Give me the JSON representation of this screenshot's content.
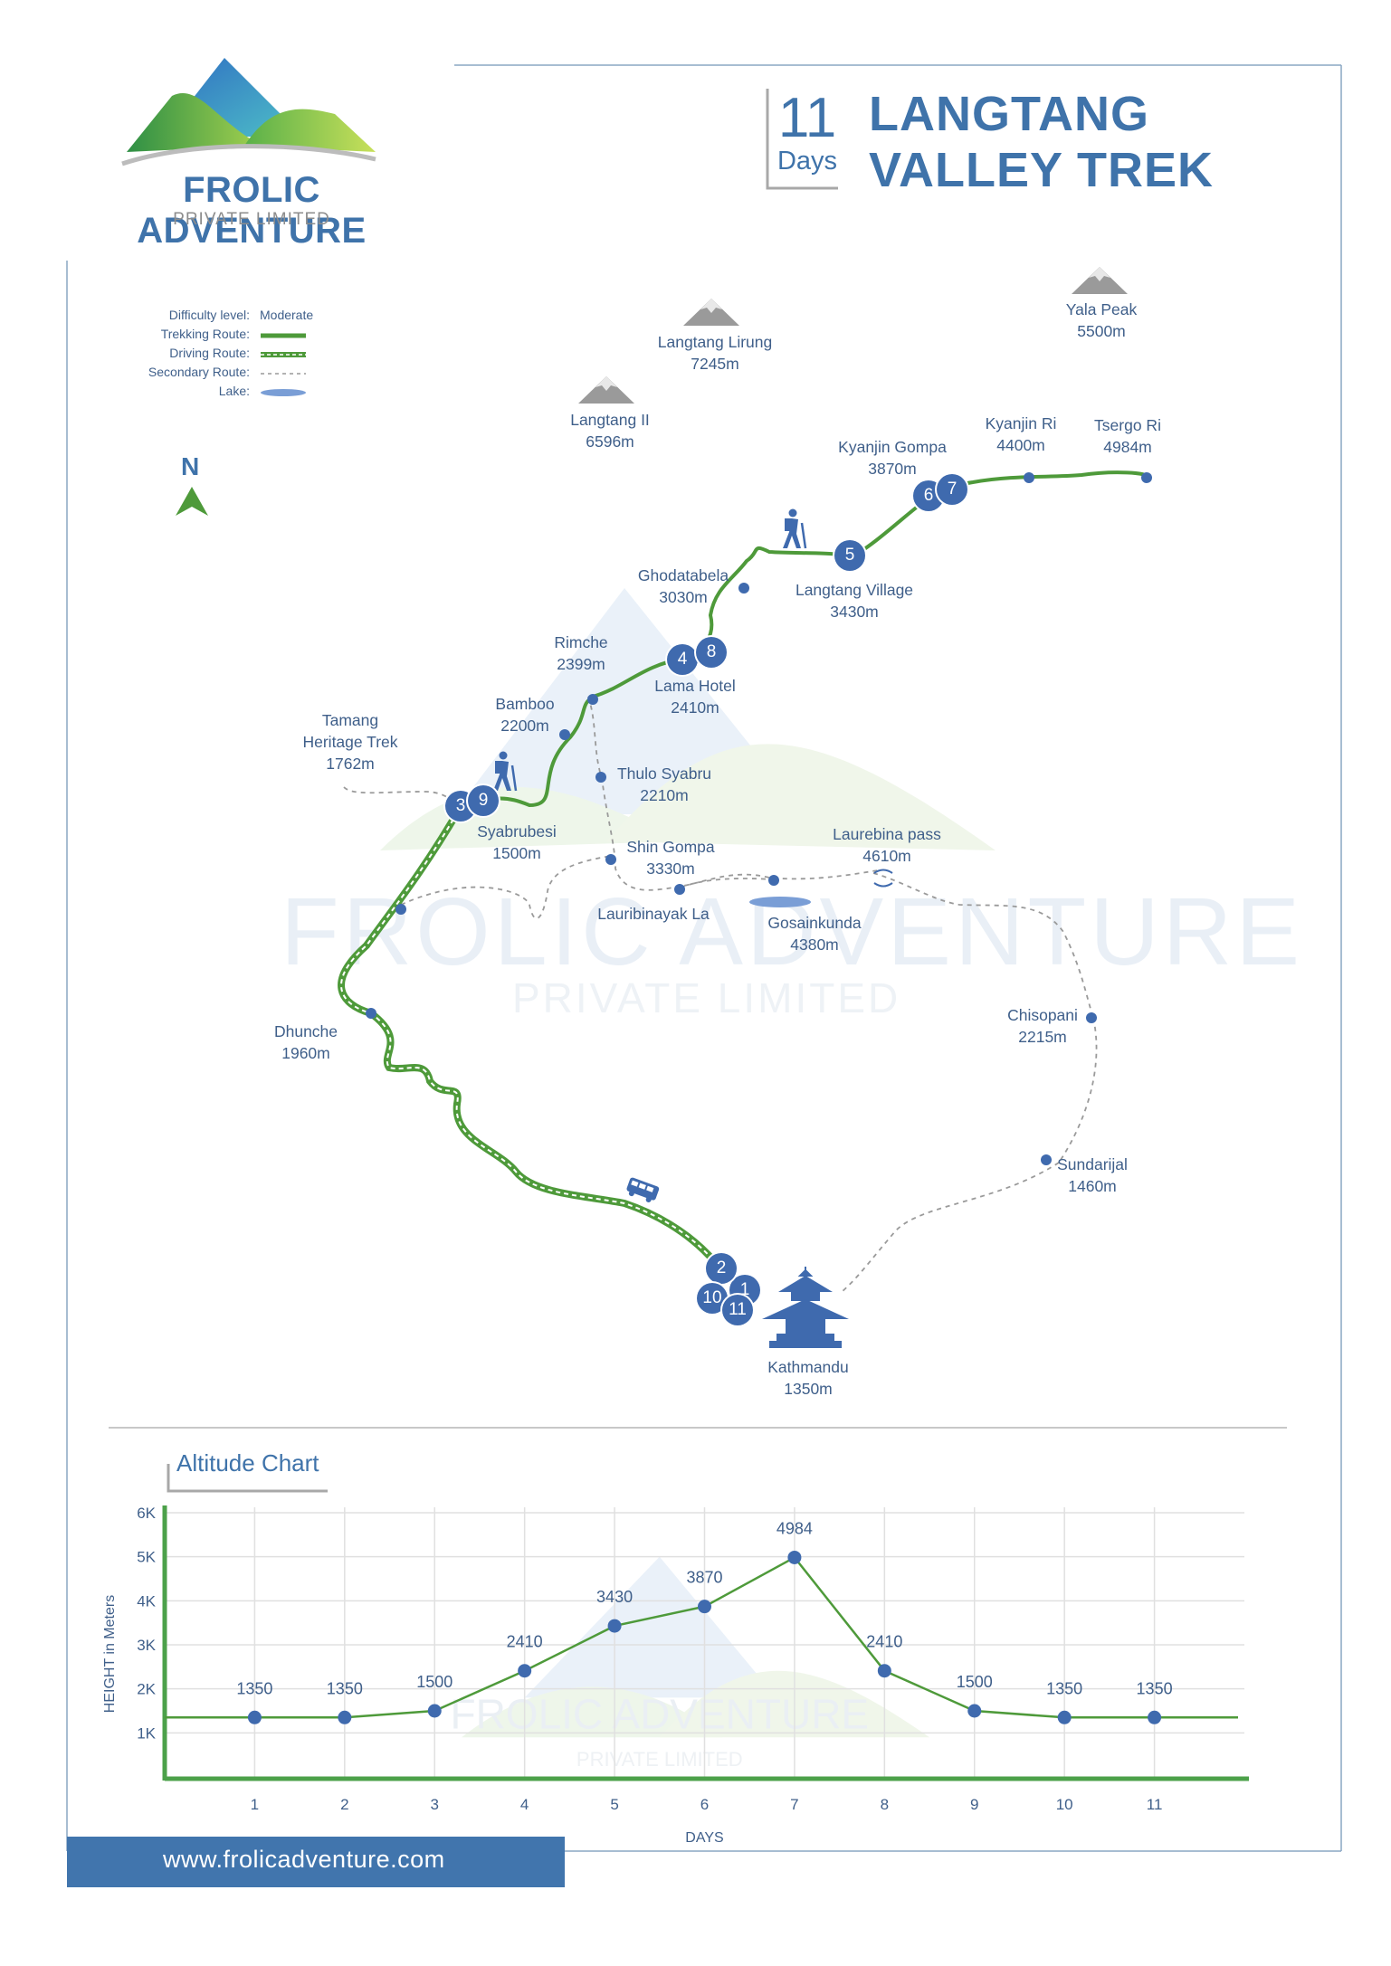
{
  "brand": {
    "name": "FROLIC ADVENTURE",
    "sub": "PRIVATE LIMITED"
  },
  "header": {
    "days_number": "11",
    "days_label": "Days",
    "title_line1": "LANGTANG",
    "title_line2": "VALLEY TREK"
  },
  "legend": {
    "difficulty_key": "Difficulty level:",
    "difficulty_value": "Moderate",
    "trekking_key": "Trekking Route:",
    "driving_key": "Driving Route:",
    "secondary_key": "Secondary Route:",
    "lake_key": "Lake:"
  },
  "north": "N",
  "colors": {
    "brand_blue": "#3f73aa",
    "route_green": "#4e9a3a",
    "waypoint_blue": "#3f6aae",
    "lake_blue": "#7a9ed6"
  },
  "map_labels": [
    {
      "id": "langtang-lirung",
      "name": "Langtang Lirung",
      "alt": "7245m"
    },
    {
      "id": "yala-peak",
      "name": "Yala Peak",
      "alt": "5500m"
    },
    {
      "id": "langtang-ii",
      "name": "Langtang II",
      "alt": "6596m"
    },
    {
      "id": "kyanjin-gompa",
      "name": "Kyanjin Gompa",
      "alt": "3870m"
    },
    {
      "id": "kyanjin-ri",
      "name": "Kyanjin Ri",
      "alt": "4400m"
    },
    {
      "id": "tsergo-ri",
      "name": "Tsergo Ri",
      "alt": "4984m"
    },
    {
      "id": "ghodatabela",
      "name": "Ghodatabela",
      "alt": "3030m"
    },
    {
      "id": "langtang-village",
      "name": "Langtang Village",
      "alt": "3430m"
    },
    {
      "id": "rimche",
      "name": "Rimche",
      "alt": "2399m"
    },
    {
      "id": "lama-hotel",
      "name": "Lama Hotel",
      "alt": "2410m"
    },
    {
      "id": "bamboo",
      "name": "Bamboo",
      "alt": "2200m"
    },
    {
      "id": "tamang",
      "name": "Tamang\nHeritage Trek",
      "alt": "1762m"
    },
    {
      "id": "thulo-syabru",
      "name": "Thulo Syabru",
      "alt": "2210m"
    },
    {
      "id": "syabrubesi",
      "name": "Syabrubesi",
      "alt": "1500m"
    },
    {
      "id": "shin-gompa",
      "name": "Shin Gompa",
      "alt": "3330m"
    },
    {
      "id": "laurebina",
      "name": "Laurebina pass",
      "alt": "4610m"
    },
    {
      "id": "lauribinayak",
      "name": "Lauribinayak La",
      "alt": ""
    },
    {
      "id": "gosainkunda",
      "name": "Gosainkunda",
      "alt": "4380m"
    },
    {
      "id": "chisopani",
      "name": "Chisopani",
      "alt": "2215m"
    },
    {
      "id": "dhunche",
      "name": "Dhunche",
      "alt": "1960m"
    },
    {
      "id": "sundarijal",
      "name": "Sundarijal",
      "alt": "1460m"
    },
    {
      "id": "kathmandu",
      "name": "Kathmandu",
      "alt": "1350m"
    }
  ],
  "waypoints": [
    "1",
    "2",
    "3",
    "4",
    "5",
    "6",
    "7",
    "8",
    "9",
    "10",
    "11"
  ],
  "watermark": {
    "line1": "FROLIC ADVENTURE",
    "line2": "PRIVATE LIMITED"
  },
  "chart_data": {
    "type": "line",
    "title": "Altitude Chart",
    "xlabel": "DAYS",
    "ylabel": "HEIGHT in Meters",
    "x": [
      1,
      2,
      3,
      4,
      5,
      6,
      7,
      8,
      9,
      10,
      11
    ],
    "values": [
      1350,
      1350,
      1500,
      2410,
      3430,
      3870,
      4984,
      2410,
      1500,
      1350,
      1350
    ],
    "y_ticks": [
      "1K",
      "2K",
      "3K",
      "4K",
      "5K",
      "6K"
    ],
    "ylim": [
      0,
      6000
    ],
    "xlim": [
      0,
      12
    ],
    "grid": true
  },
  "footer": {
    "url": "www.frolicadventure.com"
  }
}
